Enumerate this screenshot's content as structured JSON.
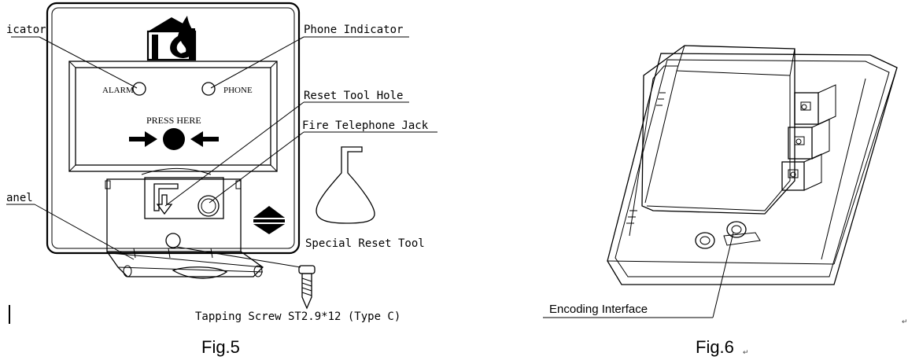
{
  "fig5": {
    "caption": "Fig.5",
    "labels": {
      "alarm_callout": "icator",
      "phone_callout": "Phone Indicator",
      "reset_hole": "Reset Tool Hole",
      "phone_jack": "Fire Telephone Jack",
      "panel_callout": "anel",
      "reset_tool": "Special Reset Tool",
      "screw": "Tapping Screw ST2.9*12 (Type C)"
    },
    "device_text": {
      "alarm": "ALARM",
      "phone": "PHONE",
      "press_here": "PRESS HERE"
    }
  },
  "fig6": {
    "caption": "Fig.6",
    "caption_mark": "↵",
    "encoding_label": "Encoding Interface",
    "corner_mark": "↵"
  }
}
